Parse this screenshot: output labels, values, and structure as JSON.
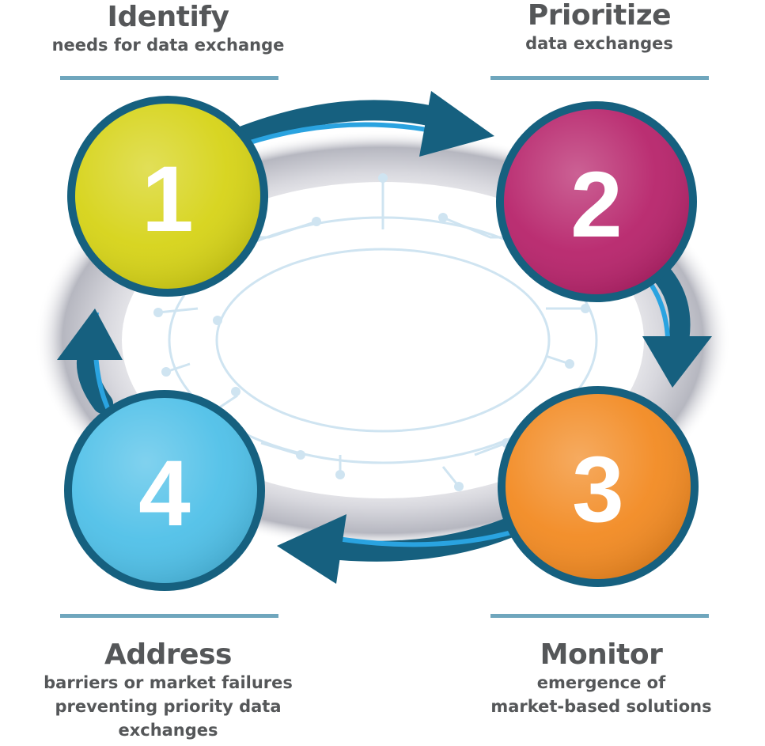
{
  "steps": [
    {
      "number": "1",
      "title": "Identify",
      "subtitle_lines": [
        "needs for data exchange"
      ],
      "color": "#d6d317"
    },
    {
      "number": "2",
      "title": "Prioritize",
      "subtitle_lines": [
        "data exchanges"
      ],
      "color": "#b7246b"
    },
    {
      "number": "3",
      "title": "Monitor",
      "subtitle_lines": [
        "emergence of",
        "market-based solutions"
      ],
      "color": "#f28a22"
    },
    {
      "number": "4",
      "title": "Address",
      "subtitle_lines": [
        "barriers or market failures",
        "preventing priority data",
        "exchanges"
      ],
      "color": "#4fc0e8"
    }
  ],
  "colors": {
    "circle_border": "#16607f",
    "arrow_dark": "#16607f",
    "arrow_light": "#2aa3e0",
    "text": "#555759",
    "rule": "#6fa6bd",
    "circuit": "#cfe4f1"
  }
}
